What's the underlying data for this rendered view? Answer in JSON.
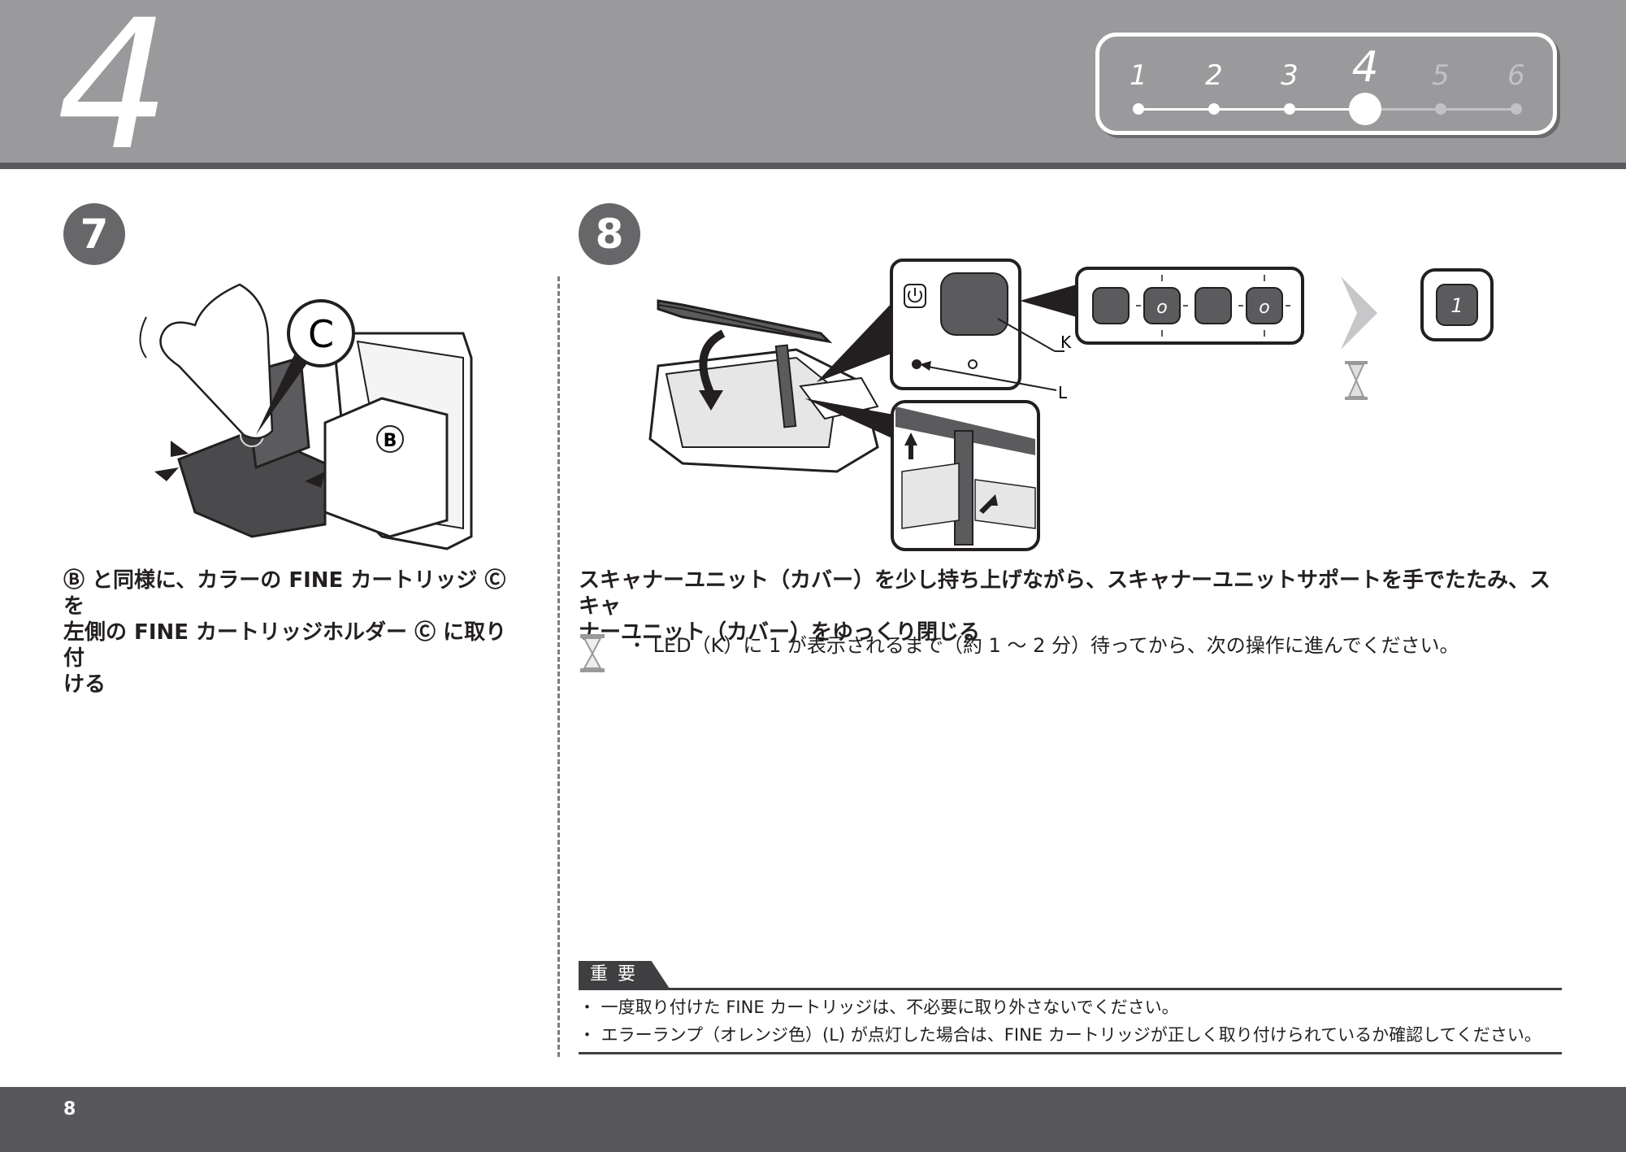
{
  "header": {
    "section_number": "4",
    "progress": {
      "steps": [
        "1",
        "2",
        "3",
        "4",
        "5",
        "6"
      ],
      "current_step": 4
    }
  },
  "step7": {
    "number": "7",
    "figure": {
      "callout_c": "C",
      "label_b": "B"
    },
    "instruction": "Ⓑ と同様に、カラーの FINE カートリッジ Ⓒ を左側の FINE カートリッジホルダー Ⓒ に取り付ける",
    "instruction_lines": [
      "Ⓑ と同様に、カラーの FINE カートリッジ Ⓒ を",
      "左側の FINE カートリッジホルダー Ⓒ に取り付",
      "ける"
    ]
  },
  "step8": {
    "number": "8",
    "figure": {
      "label_k": "K",
      "label_l": "L",
      "led_blink": "o",
      "led_result": "1"
    },
    "instruction_lines": [
      "スキャナーユニット（カバー）を少し持ち上げながら、スキャナーユニットサポートを手でたたみ、スキャ",
      "ナーユニット（カバー）をゆっくり閉じる"
    ],
    "note": "・ LED（K）に 1 が表示されるまで（約 1 〜 2 分）待ってから、次の操作に進んでください。"
  },
  "important": {
    "title": "重要",
    "items": [
      "・ 一度取り付けた FINE カートリッジは、不必要に取り外さないでください。",
      "・ エラーランプ（オレンジ色）(L) が点灯した場合は、FINE カートリッジが正しく取り付けられているか確認してください。"
    ]
  },
  "footer": {
    "page_number": "8"
  },
  "colors": {
    "header_gray": "#9a9a9c",
    "dark_gray": "#57575c",
    "step_circle": "#67676a"
  }
}
